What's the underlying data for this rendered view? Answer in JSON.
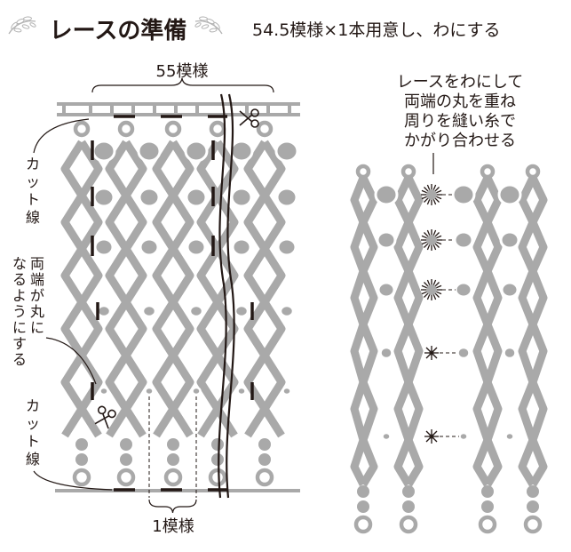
{
  "header": {
    "title": "レースの準備",
    "instruction": "54.5模様×1本用意し、わにする"
  },
  "left_diagram": {
    "top_label": "55模様",
    "cut_label_top": [
      "カ",
      "ッ",
      "ト",
      "線"
    ],
    "round_label": [
      "両",
      "端",
      "が",
      "丸",
      "に",
      "な",
      "る",
      "よ",
      "う",
      "に",
      "す",
      "る"
    ],
    "cut_label_bottom": [
      "カ",
      "ッ",
      "ト",
      "線"
    ],
    "bottom_label": "1模様"
  },
  "right_diagram": {
    "note_lines": [
      "レースをわにして",
      "両端の丸を重ね",
      "周りを縫い糸で",
      "かがり合わせる"
    ]
  }
}
